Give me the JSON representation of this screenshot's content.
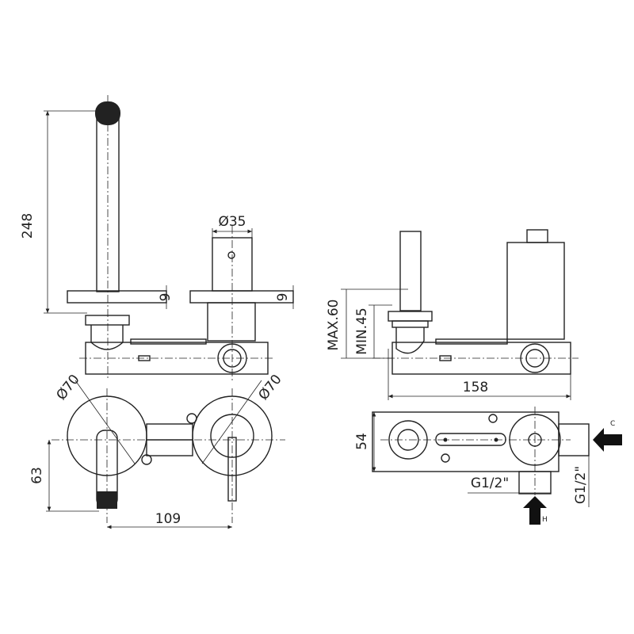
{
  "dimensions": {
    "spout_height": "248",
    "handle_diameter": "Ø35",
    "plate_thickness_left": "9",
    "plate_thickness_right": "9",
    "plate_diameter_left": "Ø70",
    "plate_diameter_right": "Ø70",
    "spout_projection": "63",
    "center_distance": "109",
    "wall_depth_max": "MAX.60",
    "wall_depth_min": "MIN.45",
    "body_length": "158",
    "body_width": "54",
    "thread_hot": "G1/2\"",
    "thread_cold": "G1/2\""
  },
  "inlets": {
    "cold": "C",
    "hot": "H"
  },
  "colors": {
    "line": "#222222",
    "background": "#ffffff"
  }
}
